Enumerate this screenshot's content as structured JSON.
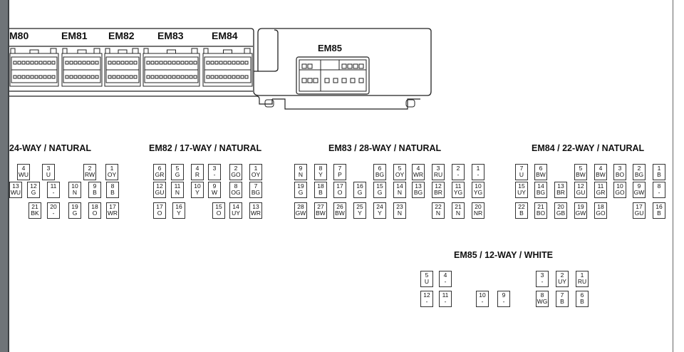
{
  "ecu_labels": [
    "M80",
    "EM81",
    "EM82",
    "EM83",
    "EM84",
    "EM85"
  ],
  "connectors": [
    {
      "title": "24-WAY / NATURAL",
      "pins": [
        {
          "n": "4",
          "w": "WU"
        },
        {
          "n": "3",
          "w": "U"
        },
        {
          "n": "2",
          "w": "RW"
        },
        {
          "n": "1",
          "w": "OY"
        },
        {
          "n": "13",
          "w": "WU"
        },
        {
          "n": "12",
          "w": "G"
        },
        {
          "n": "11",
          "w": "-"
        },
        {
          "n": "10",
          "w": "N"
        },
        {
          "n": "9",
          "w": "B"
        },
        {
          "n": "8",
          "w": "B"
        },
        {
          "n": "21",
          "w": "BK"
        },
        {
          "n": "20",
          "w": "-"
        },
        {
          "n": "19",
          "w": "G"
        },
        {
          "n": "18",
          "w": "O"
        },
        {
          "n": "17",
          "w": "WR"
        }
      ]
    },
    {
      "title": "EM82 / 17-WAY / NATURAL",
      "pins": [
        {
          "n": "6",
          "w": "GR"
        },
        {
          "n": "5",
          "w": "G"
        },
        {
          "n": "4",
          "w": "R"
        },
        {
          "n": "3",
          "w": "-"
        },
        {
          "n": "2",
          "w": "GO"
        },
        {
          "n": "1",
          "w": "OY"
        },
        {
          "n": "12",
          "w": "GU"
        },
        {
          "n": "11",
          "w": "N"
        },
        {
          "n": "10",
          "w": "Y"
        },
        {
          "n": "9",
          "w": "W"
        },
        {
          "n": "8",
          "w": "OG"
        },
        {
          "n": "7",
          "w": "BG"
        },
        {
          "n": "17",
          "w": "O"
        },
        {
          "n": "16",
          "w": "Y"
        },
        {
          "n": "15",
          "w": "O"
        },
        {
          "n": "14",
          "w": "UY"
        },
        {
          "n": "13",
          "w": "WR"
        }
      ]
    },
    {
      "title": "EM83 / 28-WAY / NATURAL",
      "pins": [
        {
          "n": "9",
          "w": "N"
        },
        {
          "n": "8",
          "w": "Y"
        },
        {
          "n": "7",
          "w": "P"
        },
        {
          "n": "6",
          "w": "BG"
        },
        {
          "n": "5",
          "w": "OY"
        },
        {
          "n": "4",
          "w": "WR"
        },
        {
          "n": "3",
          "w": "RU"
        },
        {
          "n": "2",
          "w": "-"
        },
        {
          "n": "1",
          "w": "-"
        },
        {
          "n": "19",
          "w": "G"
        },
        {
          "n": "18",
          "w": "B"
        },
        {
          "n": "17",
          "w": "O"
        },
        {
          "n": "16",
          "w": "G"
        },
        {
          "n": "15",
          "w": "G"
        },
        {
          "n": "14",
          "w": "N"
        },
        {
          "n": "13",
          "w": "BG"
        },
        {
          "n": "12",
          "w": "BR"
        },
        {
          "n": "11",
          "w": "YG"
        },
        {
          "n": "10",
          "w": "YG"
        },
        {
          "n": "28",
          "w": "GW"
        },
        {
          "n": "27",
          "w": "BW"
        },
        {
          "n": "26",
          "w": "BW"
        },
        {
          "n": "25",
          "w": "Y"
        },
        {
          "n": "24",
          "w": "Y"
        },
        {
          "n": "23",
          "w": "N"
        },
        {
          "n": "22",
          "w": "N"
        },
        {
          "n": "21",
          "w": "N"
        },
        {
          "n": "20",
          "w": "NR"
        }
      ]
    },
    {
      "title": "EM84 / 22-WAY / NATURAL",
      "pins": [
        {
          "n": "7",
          "w": "U"
        },
        {
          "n": "6",
          "w": "BW"
        },
        {
          "n": "5",
          "w": "BW"
        },
        {
          "n": "4",
          "w": "BW"
        },
        {
          "n": "3",
          "w": "BO"
        },
        {
          "n": "2",
          "w": "BG"
        },
        {
          "n": "1",
          "w": "B"
        },
        {
          "n": "15",
          "w": "UY"
        },
        {
          "n": "14",
          "w": "BG"
        },
        {
          "n": "13",
          "w": "BR"
        },
        {
          "n": "12",
          "w": "GU"
        },
        {
          "n": "11",
          "w": "GR"
        },
        {
          "n": "10",
          "w": "GO"
        },
        {
          "n": "9",
          "w": "GW"
        },
        {
          "n": "8",
          "w": "-"
        },
        {
          "n": "22",
          "w": "B"
        },
        {
          "n": "21",
          "w": "BO"
        },
        {
          "n": "20",
          "w": "GB"
        },
        {
          "n": "19",
          "w": "GW"
        },
        {
          "n": "18",
          "w": "GO"
        },
        {
          "n": "17",
          "w": "GU"
        },
        {
          "n": "16",
          "w": "B"
        }
      ]
    },
    {
      "title": "EM85 / 12-WAY / WHITE",
      "pins": [
        {
          "n": "5",
          "w": "U"
        },
        {
          "n": "4",
          "w": "-"
        },
        {
          "n": "3",
          "w": "-"
        },
        {
          "n": "2",
          "w": "UY"
        },
        {
          "n": "1",
          "w": "RU"
        },
        {
          "n": "12",
          "w": "-"
        },
        {
          "n": "11",
          "w": "-"
        },
        {
          "n": "10",
          "w": "-"
        },
        {
          "n": "9",
          "w": "-"
        },
        {
          "n": "8",
          "w": "WG"
        },
        {
          "n": "7",
          "w": "B"
        },
        {
          "n": "6",
          "w": "B"
        }
      ]
    }
  ]
}
